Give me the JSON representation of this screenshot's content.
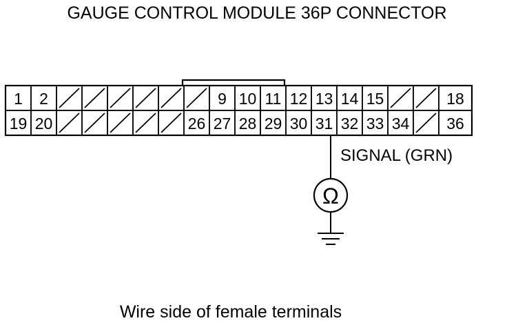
{
  "title": "GAUGE CONTROL MODULE 36P CONNECTOR",
  "connector": {
    "row1": [
      "1",
      "2",
      "",
      "",
      "",
      "",
      "",
      "",
      "9",
      "10",
      "11",
      "12",
      "13",
      "14",
      "15",
      "",
      "",
      "18"
    ],
    "row2": [
      "19",
      "20",
      "",
      "",
      "",
      "",
      "",
      "26",
      "27",
      "28",
      "29",
      "30",
      "31",
      "32",
      "33",
      "34",
      "",
      "36"
    ]
  },
  "signal_label": "SIGNAL (GRN)",
  "meter_symbol": "Ω",
  "meter_icon": "ohmmeter-icon",
  "ground_icon": "ground-icon",
  "caption": "Wire side of female terminals"
}
